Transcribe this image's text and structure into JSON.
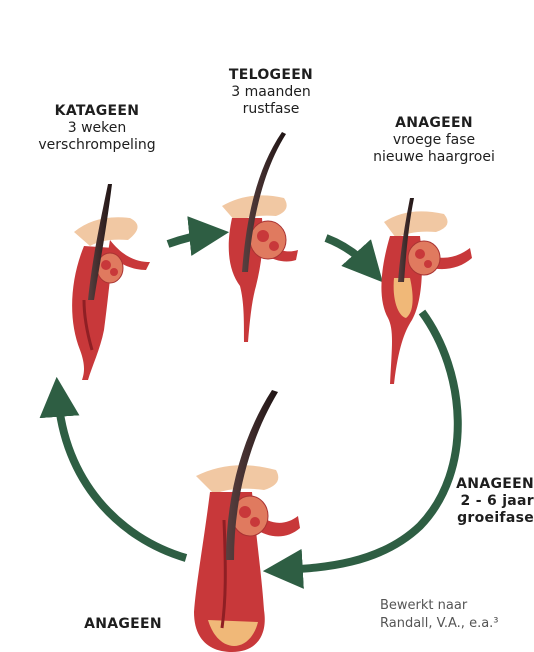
{
  "stages": {
    "katageen": {
      "title": "KATAGEEN",
      "line1": "3 weken",
      "line2": "verschrompeling"
    },
    "telogeen": {
      "title": "TELOGEEN",
      "line1": "3 maanden",
      "line2": "rustfase"
    },
    "anageen_vroeg": {
      "title": "ANAGEEN",
      "line1": "vroege fase",
      "line2": "nieuwe haargroei"
    },
    "anageen_groei": {
      "title": "ANAGEEN",
      "line1": "2 - 6 jaar",
      "line2": "groeifase"
    },
    "anageen": {
      "title": "ANAGEEN"
    }
  },
  "credit": {
    "line1": "Bewerkt naar",
    "line2": "Randall, V.A., e.a.³"
  },
  "colors": {
    "arrow": "#2e5e43",
    "follicle": "#c8383a",
    "follicle_dark": "#8f1f24",
    "gland": "#e07a5f",
    "hair": "#3b2a2a",
    "skin": "#f1c8a3"
  }
}
